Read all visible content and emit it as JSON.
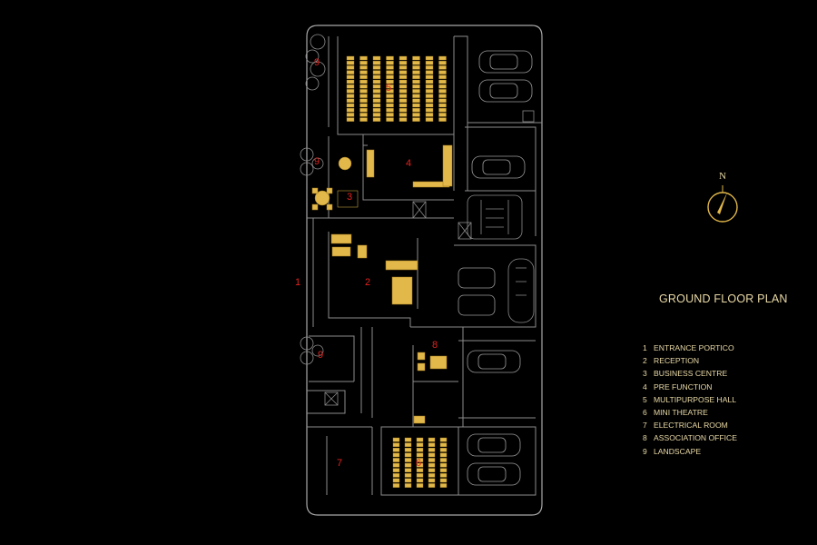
{
  "drawing_title": "GROUND FLOOR PLAN",
  "north_label": "N",
  "room_numbers": [
    "1",
    "2",
    "3",
    "4",
    "5",
    "6",
    "7",
    "8",
    "9"
  ],
  "legend": [
    {
      "num": "1",
      "label": "ENTRANCE PORTICO"
    },
    {
      "num": "2",
      "label": "RECEPTION"
    },
    {
      "num": "3",
      "label": "BUSINESS CENTRE"
    },
    {
      "num": "4",
      "label": "PRE FUNCTION"
    },
    {
      "num": "5",
      "label": "MULTIPURPOSE HALL"
    },
    {
      "num": "6",
      "label": "MINI THEATRE"
    },
    {
      "num": "7",
      "label": "ELECTRICAL ROOM"
    },
    {
      "num": "8",
      "label": "ASSOCIATION OFFICE"
    },
    {
      "num": "9",
      "label": "LANDSCAPE"
    }
  ],
  "colors": {
    "background": "#000000",
    "walls": "#9a9a9a",
    "furniture": "#e2b84a",
    "room_number": "#e0231f",
    "text": "#e9d9a6"
  }
}
